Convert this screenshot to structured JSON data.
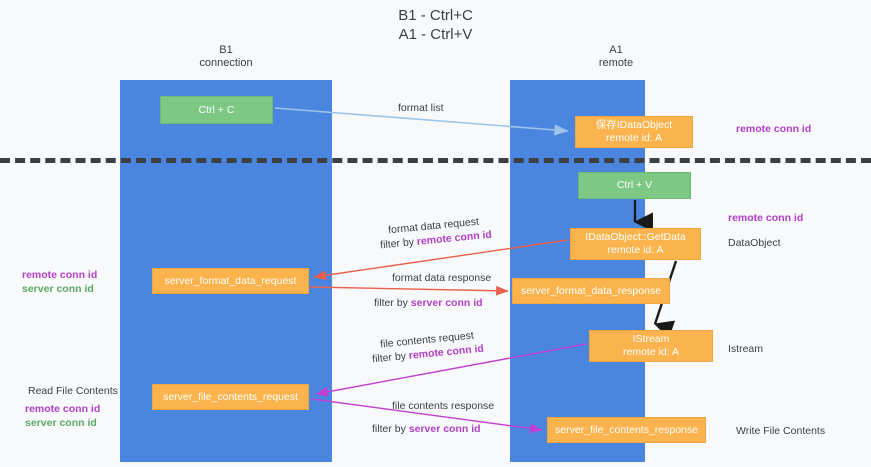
{
  "diagram": {
    "title_line1": "B1 - Ctrl+C",
    "title_line2": "A1 - Ctrl+V",
    "lanes": [
      {
        "id": "b1",
        "title": "B1",
        "subtitle": "connection"
      },
      {
        "id": "a1",
        "title": "A1",
        "subtitle": "remote"
      }
    ],
    "colors": {
      "lane_blue": "#4a86e0",
      "node_green": "#7ec885",
      "node_orange": "#fbb34d",
      "accent_purple": "#b13fc6",
      "accent_green": "#5aa864",
      "arrow_lightblue": "#9cc4ea",
      "arrow_red": "#e8614d",
      "arrow_magenta": "#c13fd0",
      "arrow_black": "#1a1a1a",
      "divider_black": "#3c4043",
      "background": "#f8f9fa"
    },
    "nodes": [
      {
        "id": "ctrl-c",
        "line1": "Ctrl + C",
        "line2": "",
        "style": "green"
      },
      {
        "id": "idataobject",
        "line1": "保存IDataObject",
        "line2": "remote id: A",
        "style": "orange"
      },
      {
        "id": "ctrl-v",
        "line1": "Ctrl + V",
        "line2": "",
        "style": "green"
      },
      {
        "id": "getdata",
        "line1": "IDataObject::GetData",
        "line2": "remote id: A",
        "style": "orange"
      },
      {
        "id": "server-format-data-request",
        "line1": "server_format_data_request",
        "line2": "",
        "style": "orange"
      },
      {
        "id": "server-format-data-response",
        "line1": "server_format_data_response",
        "line2": "",
        "style": "orange"
      },
      {
        "id": "istream",
        "line1": "IStream",
        "line2": "remote id: A",
        "style": "orange"
      },
      {
        "id": "server-file-contents-request",
        "line1": "server_file_contents_request",
        "line2": "",
        "style": "orange"
      },
      {
        "id": "server-file-contents-response",
        "line1": "server_file_contents_response",
        "line2": "",
        "style": "orange"
      }
    ],
    "side_labels": {
      "remote_conn_id_top": "remote conn id",
      "remote_conn_id_mid": "remote conn id",
      "dataobject": "DataObject",
      "istream": "Istream",
      "write_file_contents": "Write File Contents",
      "read_file_contents": "Read File Contents",
      "remote_conn_id": "remote conn id",
      "server_conn_id": "server conn id"
    },
    "edge_labels": {
      "format_list": "format list",
      "format_data_request": "format data request",
      "format_data_request_filter_prefix": "filter by ",
      "format_data_request_filter_value": "remote conn id",
      "format_data_response": "format data response",
      "format_data_response_filter_prefix": "filter by ",
      "format_data_response_filter_value": "server conn id",
      "file_contents_request": "file contents request",
      "file_contents_request_filter_prefix": "filter by ",
      "file_contents_request_filter_value": "remote conn id",
      "file_contents_response": "file contents response",
      "file_contents_response_filter_prefix": "filter by ",
      "file_contents_response_filter_value": "server conn id"
    }
  }
}
